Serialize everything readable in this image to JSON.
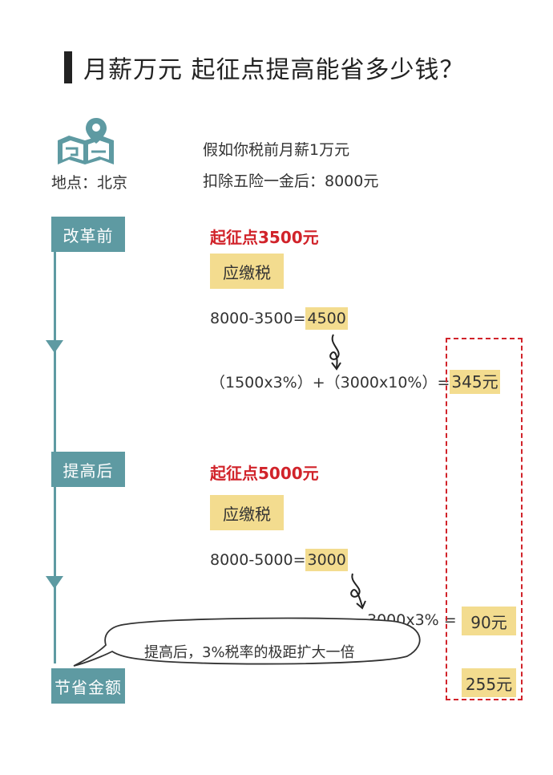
{
  "title": "月薪万元 起征点提高能省多少钱？",
  "location": {
    "label": "地点：北京",
    "icon": "map-location-icon"
  },
  "intro": {
    "line1": "假如你税前月薪1万元",
    "line2": "扣除五险一金后：8000元"
  },
  "before": {
    "tag": "改革前",
    "threshold": "起征点3500元",
    "tax_label": "应缴税",
    "formula_prefix": "8000-3500=",
    "formula_result": "4500",
    "calc_prefix": "（1500x3%）+（3000x10%）=",
    "calc_result": "345元"
  },
  "after": {
    "tag": "提高后",
    "threshold": "起征点5000元",
    "tax_label": "应缴税",
    "formula_prefix": "8000-5000=",
    "formula_result": "3000",
    "calc_prefix": "3000x3% = ",
    "calc_result": "90元"
  },
  "savings": {
    "tag": "节省金额",
    "bubble": "提高后，3%税率的极距扩大一倍",
    "amount": "255元"
  },
  "colors": {
    "teal": "#5e9aa2",
    "red": "#d1232a",
    "highlight": "#f3dc8f"
  }
}
